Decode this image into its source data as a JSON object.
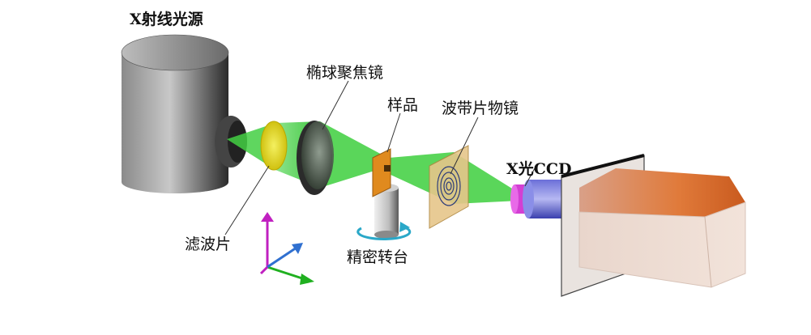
{
  "labels": {
    "xray_source": "X射线光源",
    "ellipsoid_mirror": "椭球聚焦镜",
    "sample": "样品",
    "zone_plate": "波带片物镜",
    "xray_ccd": "X光CCD",
    "filter": "滤波片",
    "rotation_stage": "精密转台"
  },
  "colors": {
    "beam": "#33cc33",
    "filter": "#e8e020",
    "sample": "#e08a1e",
    "zone_plate_frame": "#d9b26a",
    "ccd_body": "#e07a3a",
    "axis_magenta": "#c020c0",
    "axis_green": "#20b020",
    "axis_blue": "#3070d0"
  }
}
